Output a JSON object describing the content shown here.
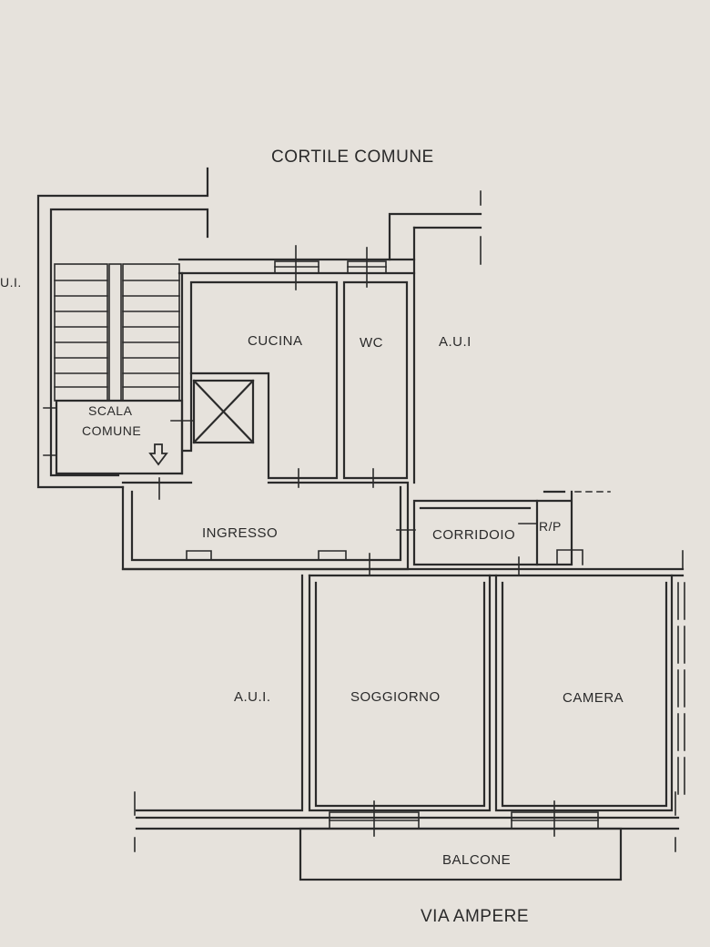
{
  "header": {
    "courtyard": "CORTILE COMUNE"
  },
  "footer": {
    "street": "VIA AMPERE"
  },
  "rooms": {
    "kitchen": "CUCINA",
    "wc": "WC",
    "other_unit_top_right": "A.U.I",
    "stair_line1": "SCALA",
    "stair_line2": "COMUNE",
    "entrance": "INGRESSO",
    "corridor": "CORRIDOIO",
    "closet": "R/P",
    "other_unit_left_cut": "U.I.",
    "other_unit_bottom_left": "A.U.I.",
    "living_room": "SOGGIORNO",
    "bedroom": "CAMERA",
    "balcony": "BALCONE"
  }
}
